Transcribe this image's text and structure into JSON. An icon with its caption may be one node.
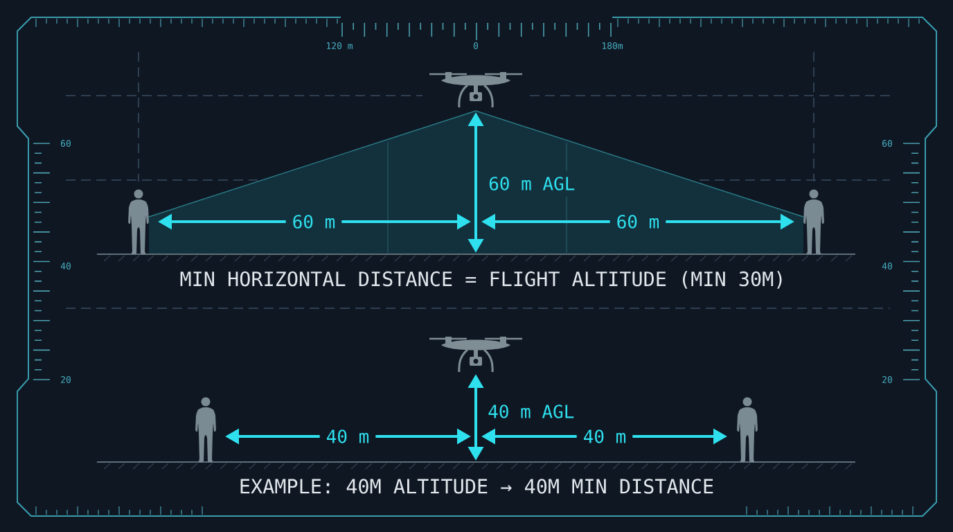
{
  "diagram": {
    "labels": [
      "120 m",
      "0",
      "180m",
      "60",
      "60",
      "60 m AGL",
      "60 m",
      "60 m",
      "40",
      "40",
      "MIN HORIZONTAL DISTANCE = FLIGHT ALTITUDE (MIN 30M)",
      "20",
      "20",
      "40 m AGL",
      "40 m",
      "40 m",
      "EXAMPLE: 40M ALTITUDE → 40M MIN DISTANCE"
    ]
  }
}
